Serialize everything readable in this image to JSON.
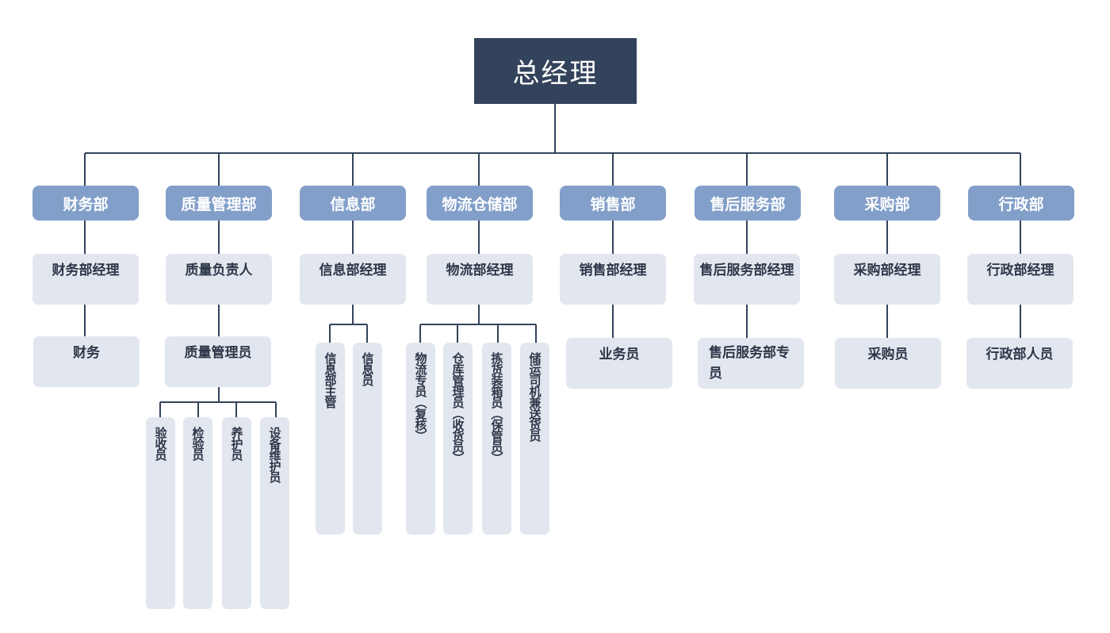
{
  "root": {
    "label": "总经理"
  },
  "departments": [
    {
      "label": "财务部"
    },
    {
      "label": "质量管理部"
    },
    {
      "label": "信息部"
    },
    {
      "label": "物流仓储部"
    },
    {
      "label": "销售部"
    },
    {
      "label": "售后服务部"
    },
    {
      "label": "采购部"
    },
    {
      "label": "行政部"
    }
  ],
  "managers": [
    {
      "label": "财务部经理"
    },
    {
      "label": "质量负责人"
    },
    {
      "label": "信息部经理"
    },
    {
      "label": "物流部经理"
    },
    {
      "label": "销售部经理"
    },
    {
      "label": "售后服务部经理"
    },
    {
      "label": "采购部经理"
    },
    {
      "label": "行政部经理"
    }
  ],
  "staff": [
    {
      "label": "财务"
    },
    {
      "label": "质量管理员"
    },
    {
      "label": "业务员"
    },
    {
      "label": "售后服务部专员"
    },
    {
      "label": "采购员"
    },
    {
      "label": "行政部人员"
    }
  ],
  "quality_roles": [
    {
      "label": "验收员"
    },
    {
      "label": "检验员"
    },
    {
      "label": "养护员"
    },
    {
      "label": "设备维护员"
    }
  ],
  "info_roles": [
    {
      "label": "信息部主管"
    },
    {
      "label": "信息员"
    }
  ],
  "logistics_roles": [
    {
      "label": "物流专员（复核）"
    },
    {
      "label": "仓库管理员（收货员）"
    },
    {
      "label": "拣货装箱员（保管员）"
    },
    {
      "label": "储运司机兼送货员"
    }
  ],
  "colors": {
    "root_bg": "#33435b",
    "dept_bg": "#829fc9",
    "box_bg": "#e2e7ef",
    "line": "#33435b"
  }
}
